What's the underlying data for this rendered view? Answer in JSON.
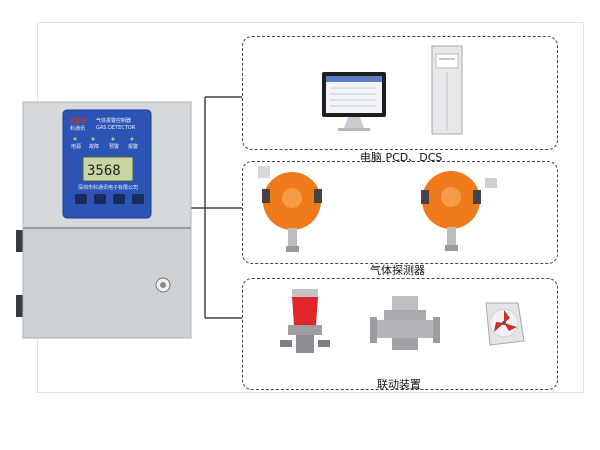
{
  "controller": {
    "lcd_value": "3568",
    "brand_logo": "KEO",
    "brand_name": "科通讯",
    "title_cn": "气体报警控制器",
    "title_en": "GAS DETECTOR",
    "company": "深圳市科通讯电子有限公司",
    "indicator_labels": [
      "电源",
      "故障",
      "预警",
      "报警"
    ],
    "panel_color": "#2c54b4"
  },
  "groups": [
    {
      "caption": "电脑 PCD、DCS",
      "items": [
        "monitor-icon",
        "cabinet-icon"
      ]
    },
    {
      "caption": "气体探测器",
      "items": [
        "gas-detector-icon",
        "gas-detector-icon"
      ]
    },
    {
      "caption": "联动装置",
      "items": [
        "alarm-light-icon",
        "solenoid-valve-icon",
        "exhaust-fan-icon"
      ]
    }
  ],
  "colors": {
    "detector_orange": "#ee7a1c",
    "panel_blue": "#2c54b4",
    "connector": "#444444"
  }
}
